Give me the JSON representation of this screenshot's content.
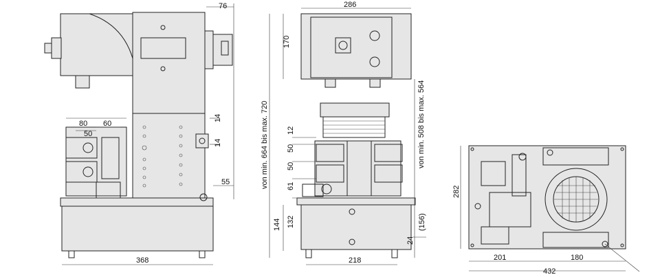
{
  "side_view": {
    "dims": {
      "top_right": "76",
      "d80": "80",
      "d60": "60",
      "d50": "50",
      "d14a": "14",
      "d14b": "14",
      "d55": "55",
      "bottom": "368"
    }
  },
  "front_view": {
    "dims": {
      "top": "286",
      "d170": "170",
      "d12": "12",
      "d50a": "50",
      "d50b": "50",
      "d61": "61",
      "d144": "144",
      "d132": "132",
      "d24": "24",
      "d156": "(156)",
      "bottom": "218",
      "vert_left": "von min. 664 bis max. 720",
      "vert_right": "von min. 508 bis max. 564"
    }
  },
  "top_view": {
    "dims": {
      "d282": "282",
      "d201": "201",
      "d180": "180",
      "d432": "432"
    }
  }
}
